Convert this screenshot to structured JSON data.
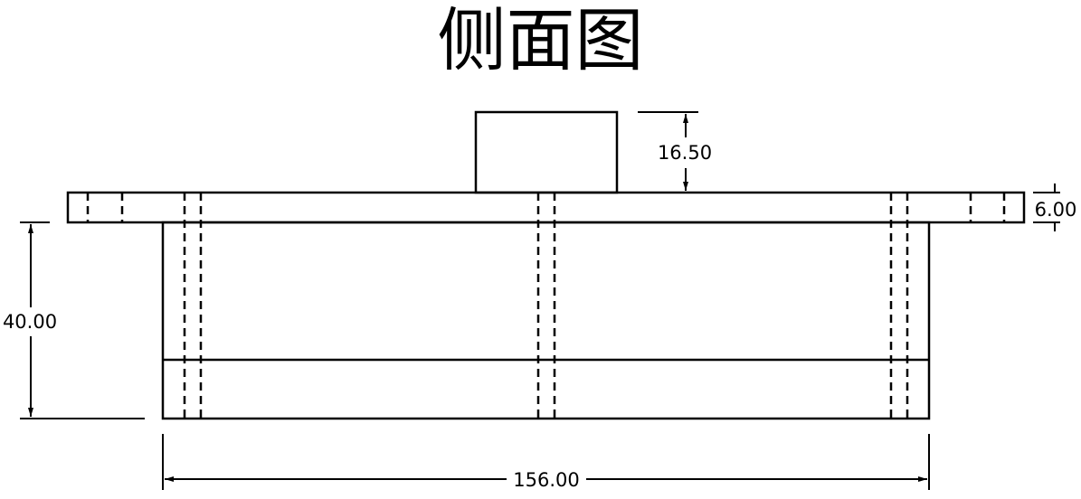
{
  "title": "侧面图",
  "dimensions": {
    "boss_height": "16.50",
    "plate_thickness": "6.00",
    "body_height": "40.00",
    "overall_width": "156.00"
  }
}
